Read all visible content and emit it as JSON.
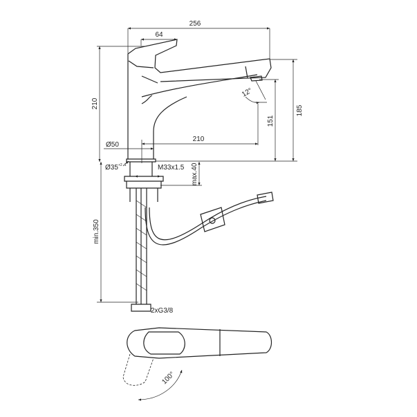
{
  "dimensions": {
    "overall_length": "256",
    "lever_length": "64",
    "total_height": "210",
    "spout_height": "185",
    "outlet_height": "151",
    "projection": "210",
    "body_diameter": "Ø50",
    "hole_diameter": "Ø35",
    "hole_tolerance": "+2 -1",
    "thread": "M33x1.5",
    "max_deck": "max.40",
    "min_depth": "min.350",
    "connections": "2xG3/8",
    "spout_angle": "12°",
    "handle_angle": "100°"
  }
}
